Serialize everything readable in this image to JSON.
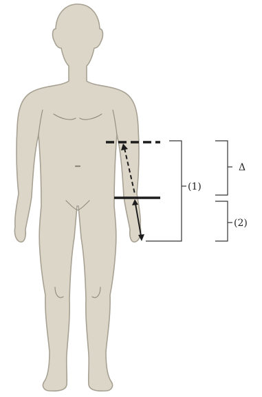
{
  "labels": {
    "delta": "Δ",
    "label_1": "(1)",
    "label_2": "(2)"
  },
  "colors": {
    "skin": "#dcd6c8",
    "outline": "#a7a193",
    "detail": "#8f897b",
    "lines": "#1c1c1c",
    "background": "#ffffff"
  }
}
